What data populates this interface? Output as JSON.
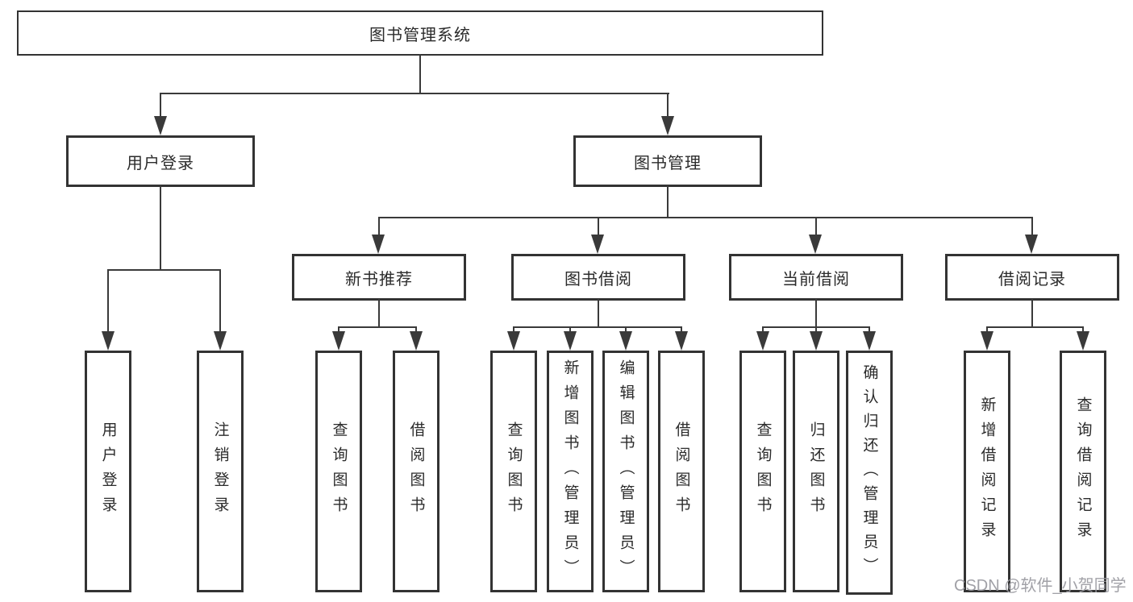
{
  "diagram": {
    "type": "hierarchy-tree",
    "root": {
      "label": "图书管理系统"
    },
    "branches": [
      {
        "label": "用户登录",
        "leaves": [
          "用户登录",
          "注销登录"
        ]
      },
      {
        "label": "图书管理",
        "groups": [
          {
            "label": "新书推荐",
            "leaves": [
              "查询图书",
              "借阅图书"
            ]
          },
          {
            "label": "图书借阅",
            "leaves": [
              "查询图书",
              "新增图书（管理员）",
              "编辑图书（管理员）",
              "借阅图书"
            ]
          },
          {
            "label": "当前借阅",
            "leaves": [
              "查询图书",
              "归还图书",
              "确认归还（管理员）"
            ]
          },
          {
            "label": "借阅记录",
            "leaves": [
              "新增借阅记录",
              "查询借阅记录"
            ]
          }
        ]
      }
    ]
  },
  "watermark": {
    "text": "CSDN @软件_小贺同学"
  },
  "colors": {
    "box_border": "#333333",
    "connector": "#3a3a3a",
    "text": "#2b2b2b",
    "background": "#ffffff",
    "watermark": "#9999a0"
  }
}
